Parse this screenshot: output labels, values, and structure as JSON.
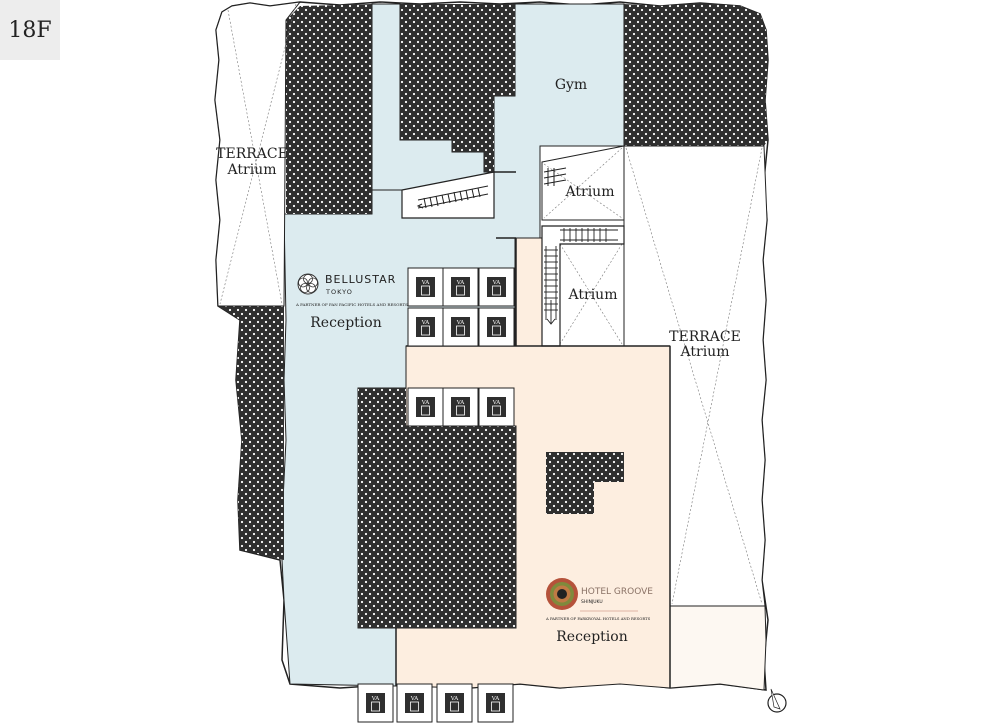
{
  "floor": {
    "label": "18F"
  },
  "areas": {
    "gym": "Gym",
    "atrium_upper": "Atrium",
    "atrium_lower": "Atrium",
    "terrace_left": [
      "TERRACE",
      "Atrium"
    ],
    "terrace_right": [
      "TERRACE",
      "Atrium"
    ],
    "reception_bellustar": "Reception",
    "reception_groove": "Reception"
  },
  "brands": {
    "bellustar": {
      "name": "BELLUSTAR",
      "sub": "TOKYO",
      "tagline": "A PARTNER OF PAN PACIFIC HOTELS AND RESORTS"
    },
    "groove": {
      "name": "HOTEL GROOVE",
      "sub": "SHINJUKU",
      "tagline": "A PARTNER OF PARKROYAL HOTELS AND RESORTS"
    }
  },
  "elevator": {
    "label": "VA",
    "count": 13
  },
  "icons": [
    "compass-icon",
    "elevator-icon",
    "stairs-icon",
    "escalator-icon",
    "bellustar-logo-icon",
    "groove-logo-icon"
  ],
  "colors": {
    "bellustar_zone": "#dcebef",
    "groove_zone": "#fdeee0",
    "groove_terrace": "#fdf8f2",
    "restricted": "#2f2f2f",
    "outline": "#222222"
  }
}
